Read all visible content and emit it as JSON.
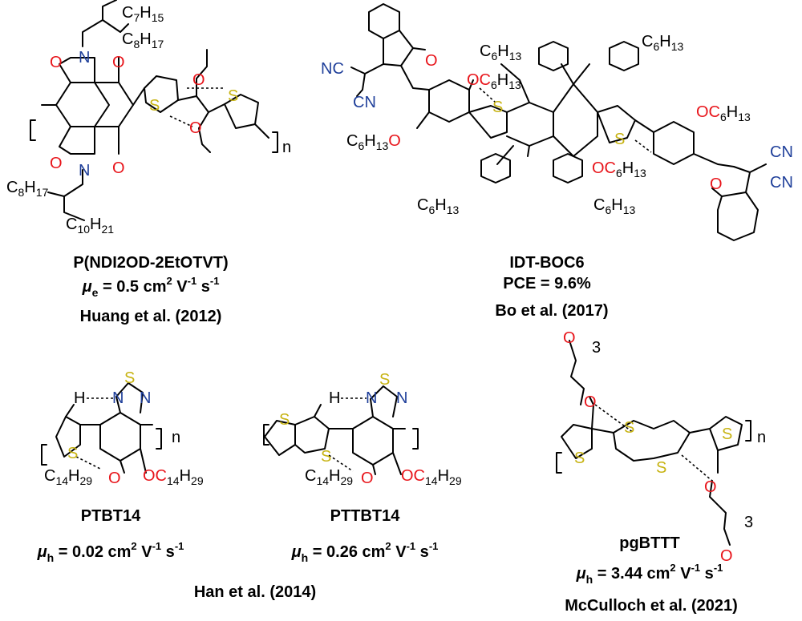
{
  "molecules": [
    {
      "name": "P(NDI2OD-2EtOTVT)",
      "metric_symbol": "μ",
      "metric_sub": "e",
      "metric_value": " = 0.5 cm",
      "metric_tail": [
        {
          "t": "2",
          "sup": true
        },
        {
          "t": " V",
          "sup": false
        },
        {
          "t": "-1",
          "sup": true
        },
        {
          "t": " s",
          "sup": false
        },
        {
          "t": "-1",
          "sup": true
        }
      ],
      "reference": "Huang et al. (2012)"
    },
    {
      "name": "IDT-BOC6",
      "metric_text": "PCE = 9.6%",
      "reference": "Bo et al. (2017)"
    },
    {
      "name": "PTBT14",
      "metric_symbol": "μ",
      "metric_sub": "h",
      "metric_value": " = 0.02 cm",
      "metric_tail": [
        {
          "t": "2",
          "sup": true
        },
        {
          "t": " V",
          "sup": false
        },
        {
          "t": "-1",
          "sup": true
        },
        {
          "t": " s",
          "sup": false
        },
        {
          "t": "-1",
          "sup": true
        }
      ]
    },
    {
      "name": "PTTBT14",
      "metric_symbol": "μ",
      "metric_sub": "h",
      "metric_value": " = 0.26 cm",
      "metric_tail": [
        {
          "t": "2",
          "sup": true
        },
        {
          "t": " V",
          "sup": false
        },
        {
          "t": "-1",
          "sup": true
        },
        {
          "t": " s",
          "sup": false
        },
        {
          "t": "-1",
          "sup": true
        }
      ]
    },
    {
      "name": "pgBTTT",
      "metric_symbol": "μ",
      "metric_sub": "h",
      "metric_value": " = 3.44 cm",
      "metric_tail": [
        {
          "t": "2",
          "sup": true
        },
        {
          "t": " V",
          "sup": false
        },
        {
          "t": "-1",
          "sup": true
        },
        {
          "t": " s",
          "sup": false
        },
        {
          "t": "-1",
          "sup": true
        }
      ],
      "reference": "McCulloch et al. (2021)"
    }
  ],
  "shared_reference": "Han et al. (2014)",
  "atom_labels": {
    "O": "O",
    "N": "N",
    "S": "S",
    "H": "H",
    "n": "n",
    "CN": "CN",
    "NC": "NC",
    "three": "3"
  },
  "alkyl": {
    "C7H15": [
      "C",
      "7",
      "H",
      "15"
    ],
    "C8H17": [
      "C",
      "8",
      "H",
      "17"
    ],
    "C10H21": [
      "C",
      "10",
      "H",
      "21"
    ],
    "C6H13": [
      "C",
      "6",
      "H",
      "13"
    ],
    "C14H29": [
      "C",
      "14",
      "H",
      "29"
    ],
    "OC6H13": [
      "OC",
      "6",
      "H",
      "13"
    ],
    "OC14H29": [
      "OC",
      "14",
      "H",
      "29"
    ]
  },
  "colors": {
    "oxygen": "#e8151b",
    "nitrogen": "#1f3f9a",
    "sulfur": "#c7b312",
    "bond": "#000000"
  }
}
